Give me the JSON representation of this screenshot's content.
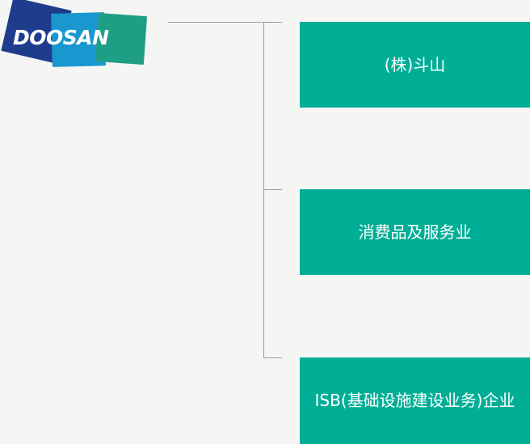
{
  "logo": {
    "text": "DOOSAN",
    "colors": [
      "#1f3c8c",
      "#1a97cf",
      "#1f9e86"
    ]
  },
  "nodes": [
    {
      "label": "(株)斗山"
    },
    {
      "label": "消费品及服务业"
    },
    {
      "label": "ISB(基础设施建设业务)企业"
    }
  ],
  "colors": {
    "box": "#00ae96",
    "connector": "#9a9a9a",
    "background": "#f5f5f3"
  }
}
